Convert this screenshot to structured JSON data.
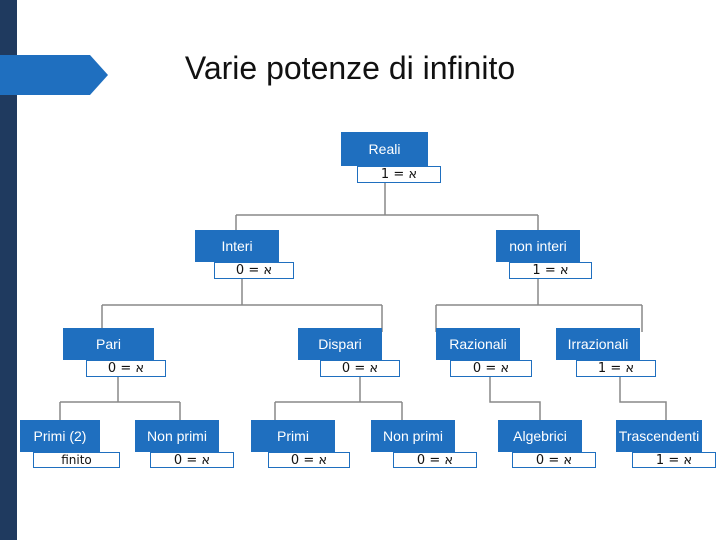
{
  "title": "Varie potenze di infinito",
  "nodes": {
    "reali": {
      "label": "Reali",
      "value": "א = 1"
    },
    "interi": {
      "label": "Interi",
      "value": "א = 0"
    },
    "non_interi": {
      "label": "non interi",
      "value": "א = 1"
    },
    "pari": {
      "label": "Pari",
      "value": "א = 0"
    },
    "dispari": {
      "label": "Dispari",
      "value": "א = 0"
    },
    "razionali": {
      "label": "Razionali",
      "value": "א = 0"
    },
    "irrazionali": {
      "label": "Irrazionali",
      "value": "א = 1"
    },
    "primi_2": {
      "label": "Primi (2)",
      "value": "finito"
    },
    "non_primi_a": {
      "label": "Non primi",
      "value": "א = 0"
    },
    "primi": {
      "label": "Primi",
      "value": "א = 0"
    },
    "non_primi_b": {
      "label": "Non primi",
      "value": "א = 0"
    },
    "algebrici": {
      "label": "Algebrici",
      "value": "א = 0"
    },
    "trascendenti": {
      "label": "Trascendenti",
      "value": "א = 1"
    }
  },
  "colors": {
    "node_fill": "#1f6fbf",
    "accent_bar": "#1f3a5f",
    "title_tab": "#1f6fbf"
  }
}
